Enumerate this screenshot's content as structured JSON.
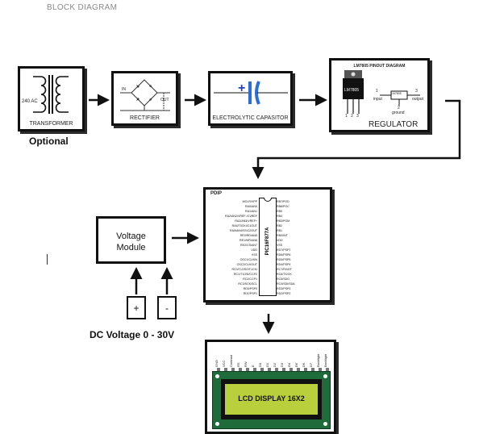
{
  "heading": "BLOCK DIAGRAM",
  "transformer": {
    "voltage_label": "240 AC",
    "label": "TRANSFORMER",
    "caption": "Optional"
  },
  "rectifier": {
    "in_label": "IN",
    "out_label": "OUT",
    "label": "RECTIFIER"
  },
  "capacitor": {
    "label": "ELECTROLYTIC  CAPASITOR",
    "plus": "+"
  },
  "regulator": {
    "title": "LM7805 PINOUT DIAGRAM",
    "chip_text": "LM7805",
    "pin_numbers": [
      "1",
      "2",
      "3"
    ],
    "input_label": "input",
    "output_label": "output",
    "ground_label": "ground",
    "pin1": "1",
    "pin2": "2",
    "pin3": "3",
    "label": "REGULATOR"
  },
  "pic": {
    "package": "PDIP",
    "chip_name": "PIC16F877A",
    "left_pins": [
      "MCLR/VPP",
      "RA0/AN0",
      "RA1/AN1",
      "RA2/AN2/VREF-/CVREF",
      "RA3/AN3/VREF+",
      "RA4/T0CKI/C1OUT",
      "RA5/AN4/SS/C2OUT",
      "RE0/RD/AN5",
      "RE1/WR/AN6",
      "RE2/CS/AN7",
      "VDD",
      "VSS",
      "OSC1/CLKIN",
      "OSC2/CLKOUT",
      "RC0/T1OSO/T1CKI",
      "RC1/T1OSI/CCP2",
      "RC2/CCP1",
      "RC3/SCK/SCL",
      "RD0/PSP0",
      "RD1/PSP1"
    ],
    "right_pins": [
      "RB7/PGD",
      "RB6/PGC",
      "RB5",
      "RB4",
      "RB3/PGM",
      "RB2",
      "RB1",
      "RB0/INT",
      "VDD",
      "VSS",
      "RD7/PSP7",
      "RD6/PSP6",
      "RD5/PSP5",
      "RD4/PSP4",
      "RC7/RX/DT",
      "RC6/TX/CK",
      "RC5/SDO",
      "RC4/SDI/SDA",
      "RD3/PSP3",
      "RD2/PSP2"
    ]
  },
  "voltage_module": {
    "line1": "Voltage",
    "line2": "Module",
    "plus": "+",
    "minus": "-",
    "caption": "DC Voltage 0 - 30V"
  },
  "lcd": {
    "text": "LCD DISPLAY 16X2",
    "pin_labels": [
      "GND",
      "VCC",
      "Contrast",
      "RS",
      "RW",
      "E",
      "D0",
      "D1",
      "D2",
      "D3",
      "D4",
      "D5",
      "D6",
      "D7",
      "Backlight",
      "Backlight"
    ],
    "screen_color": "#b9cf3c",
    "board_color": "#1f6b3a"
  },
  "colors": {
    "line": "#111111",
    "cap_plus": "#2040c0",
    "cap_plate": "#2a6fd6"
  }
}
